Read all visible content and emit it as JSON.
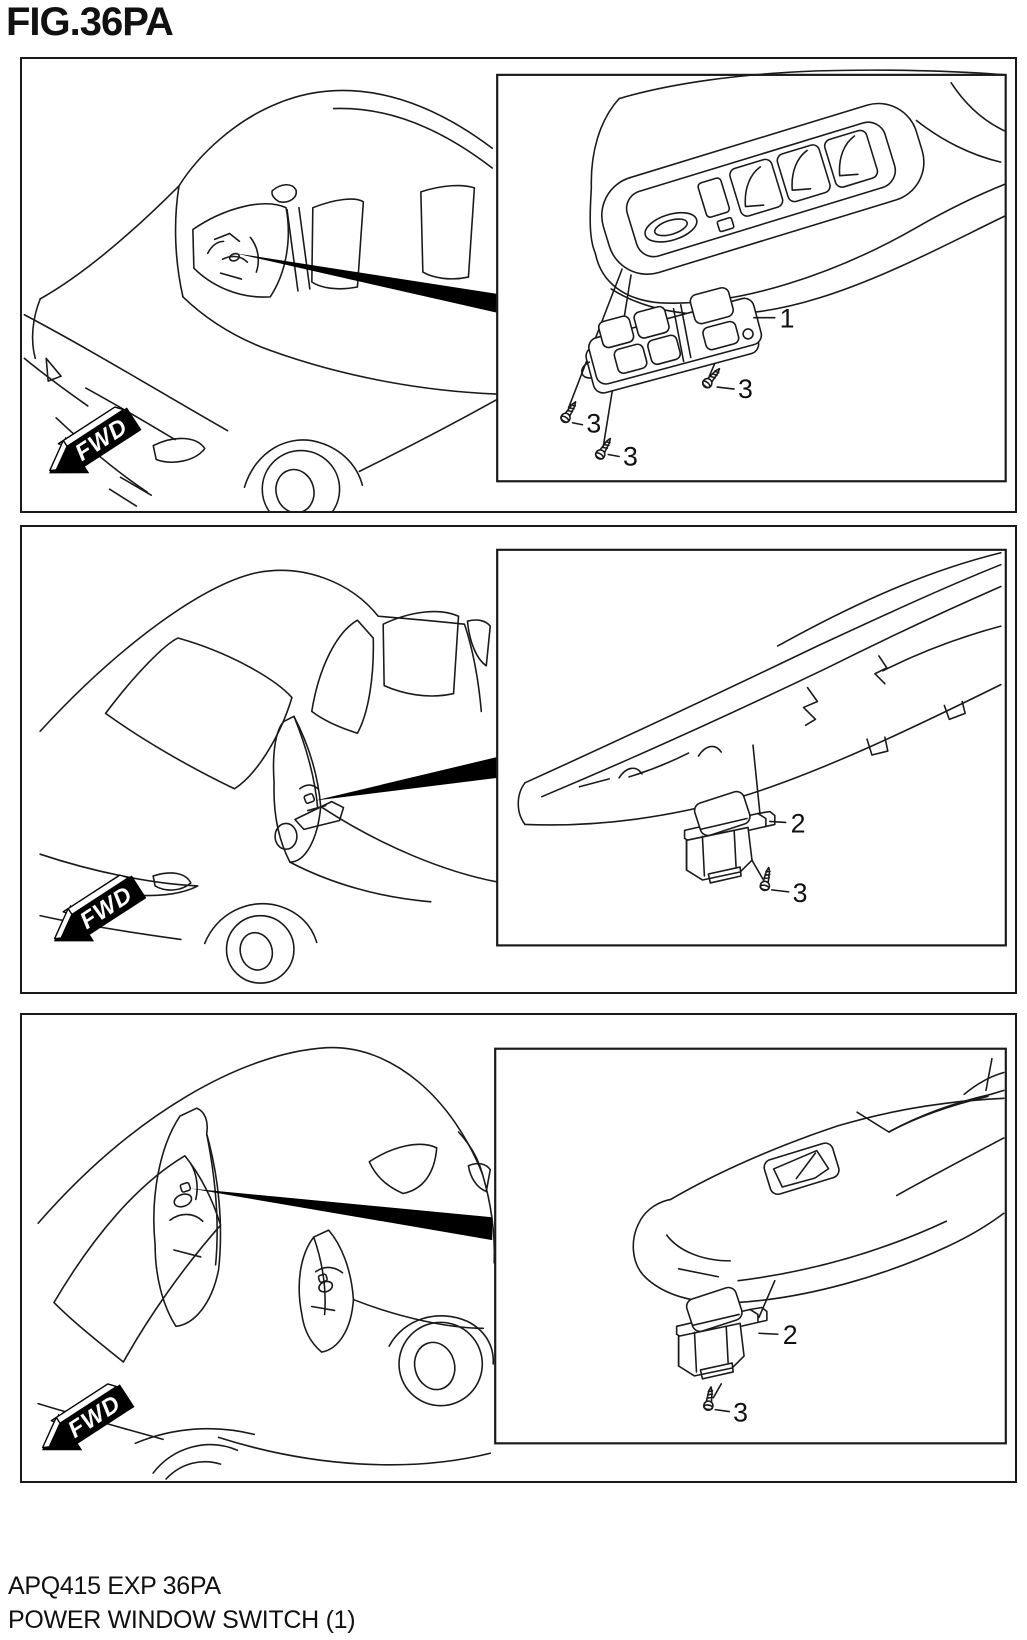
{
  "figure": {
    "title": "FIG.36PA",
    "code": "APQ415 EXP 36PA",
    "caption": "POWER WINDOW SWITCH (1)"
  },
  "colors": {
    "ink": "#1a1a1a",
    "paper": "#ffffff",
    "pointer_fill": "#000000",
    "fwd_background": "#000000",
    "fwd_text": "#ffffff"
  },
  "panels": [
    {
      "fwd": "FWD",
      "labels": {
        "part": "1",
        "screw_left": "3",
        "screw_bottom": "3",
        "screw_right": "3"
      }
    },
    {
      "fwd": "FWD",
      "labels": {
        "part": "2",
        "screw": "3"
      }
    },
    {
      "fwd": "FWD",
      "labels": {
        "part": "2",
        "screw": "3"
      }
    }
  ]
}
